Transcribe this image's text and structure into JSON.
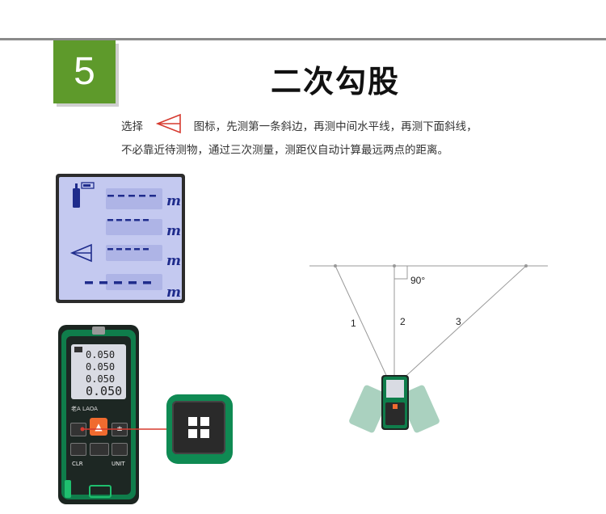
{
  "step": {
    "number": "5",
    "title": "二次勾股"
  },
  "instruction": {
    "line1_pre": "选择",
    "line1_post": "图标，先测第一条斜边，再测中间水平线，再测下面斜线，",
    "line2": "不必靠近待测物，通过三次测量，测距仪自动计算最远两点的距离。"
  },
  "lcd": {
    "unit": "m",
    "dashes": "- - - - -"
  },
  "device": {
    "readings": [
      "0.050",
      "0.050",
      "0.050",
      "0.050"
    ],
    "brand": "老A LAOA",
    "clr_label": "CLR",
    "unit_label": "UNIT"
  },
  "diagram": {
    "angle_label": "90°",
    "line_labels": [
      "1",
      "2",
      "3"
    ]
  },
  "colors": {
    "accent_green": "#5e9a2b",
    "device_green": "#0f8a53",
    "pointer_red": "#d63a2f",
    "lcd_bg": "#c4c9f0",
    "lcd_ink": "#1f2c8c"
  }
}
